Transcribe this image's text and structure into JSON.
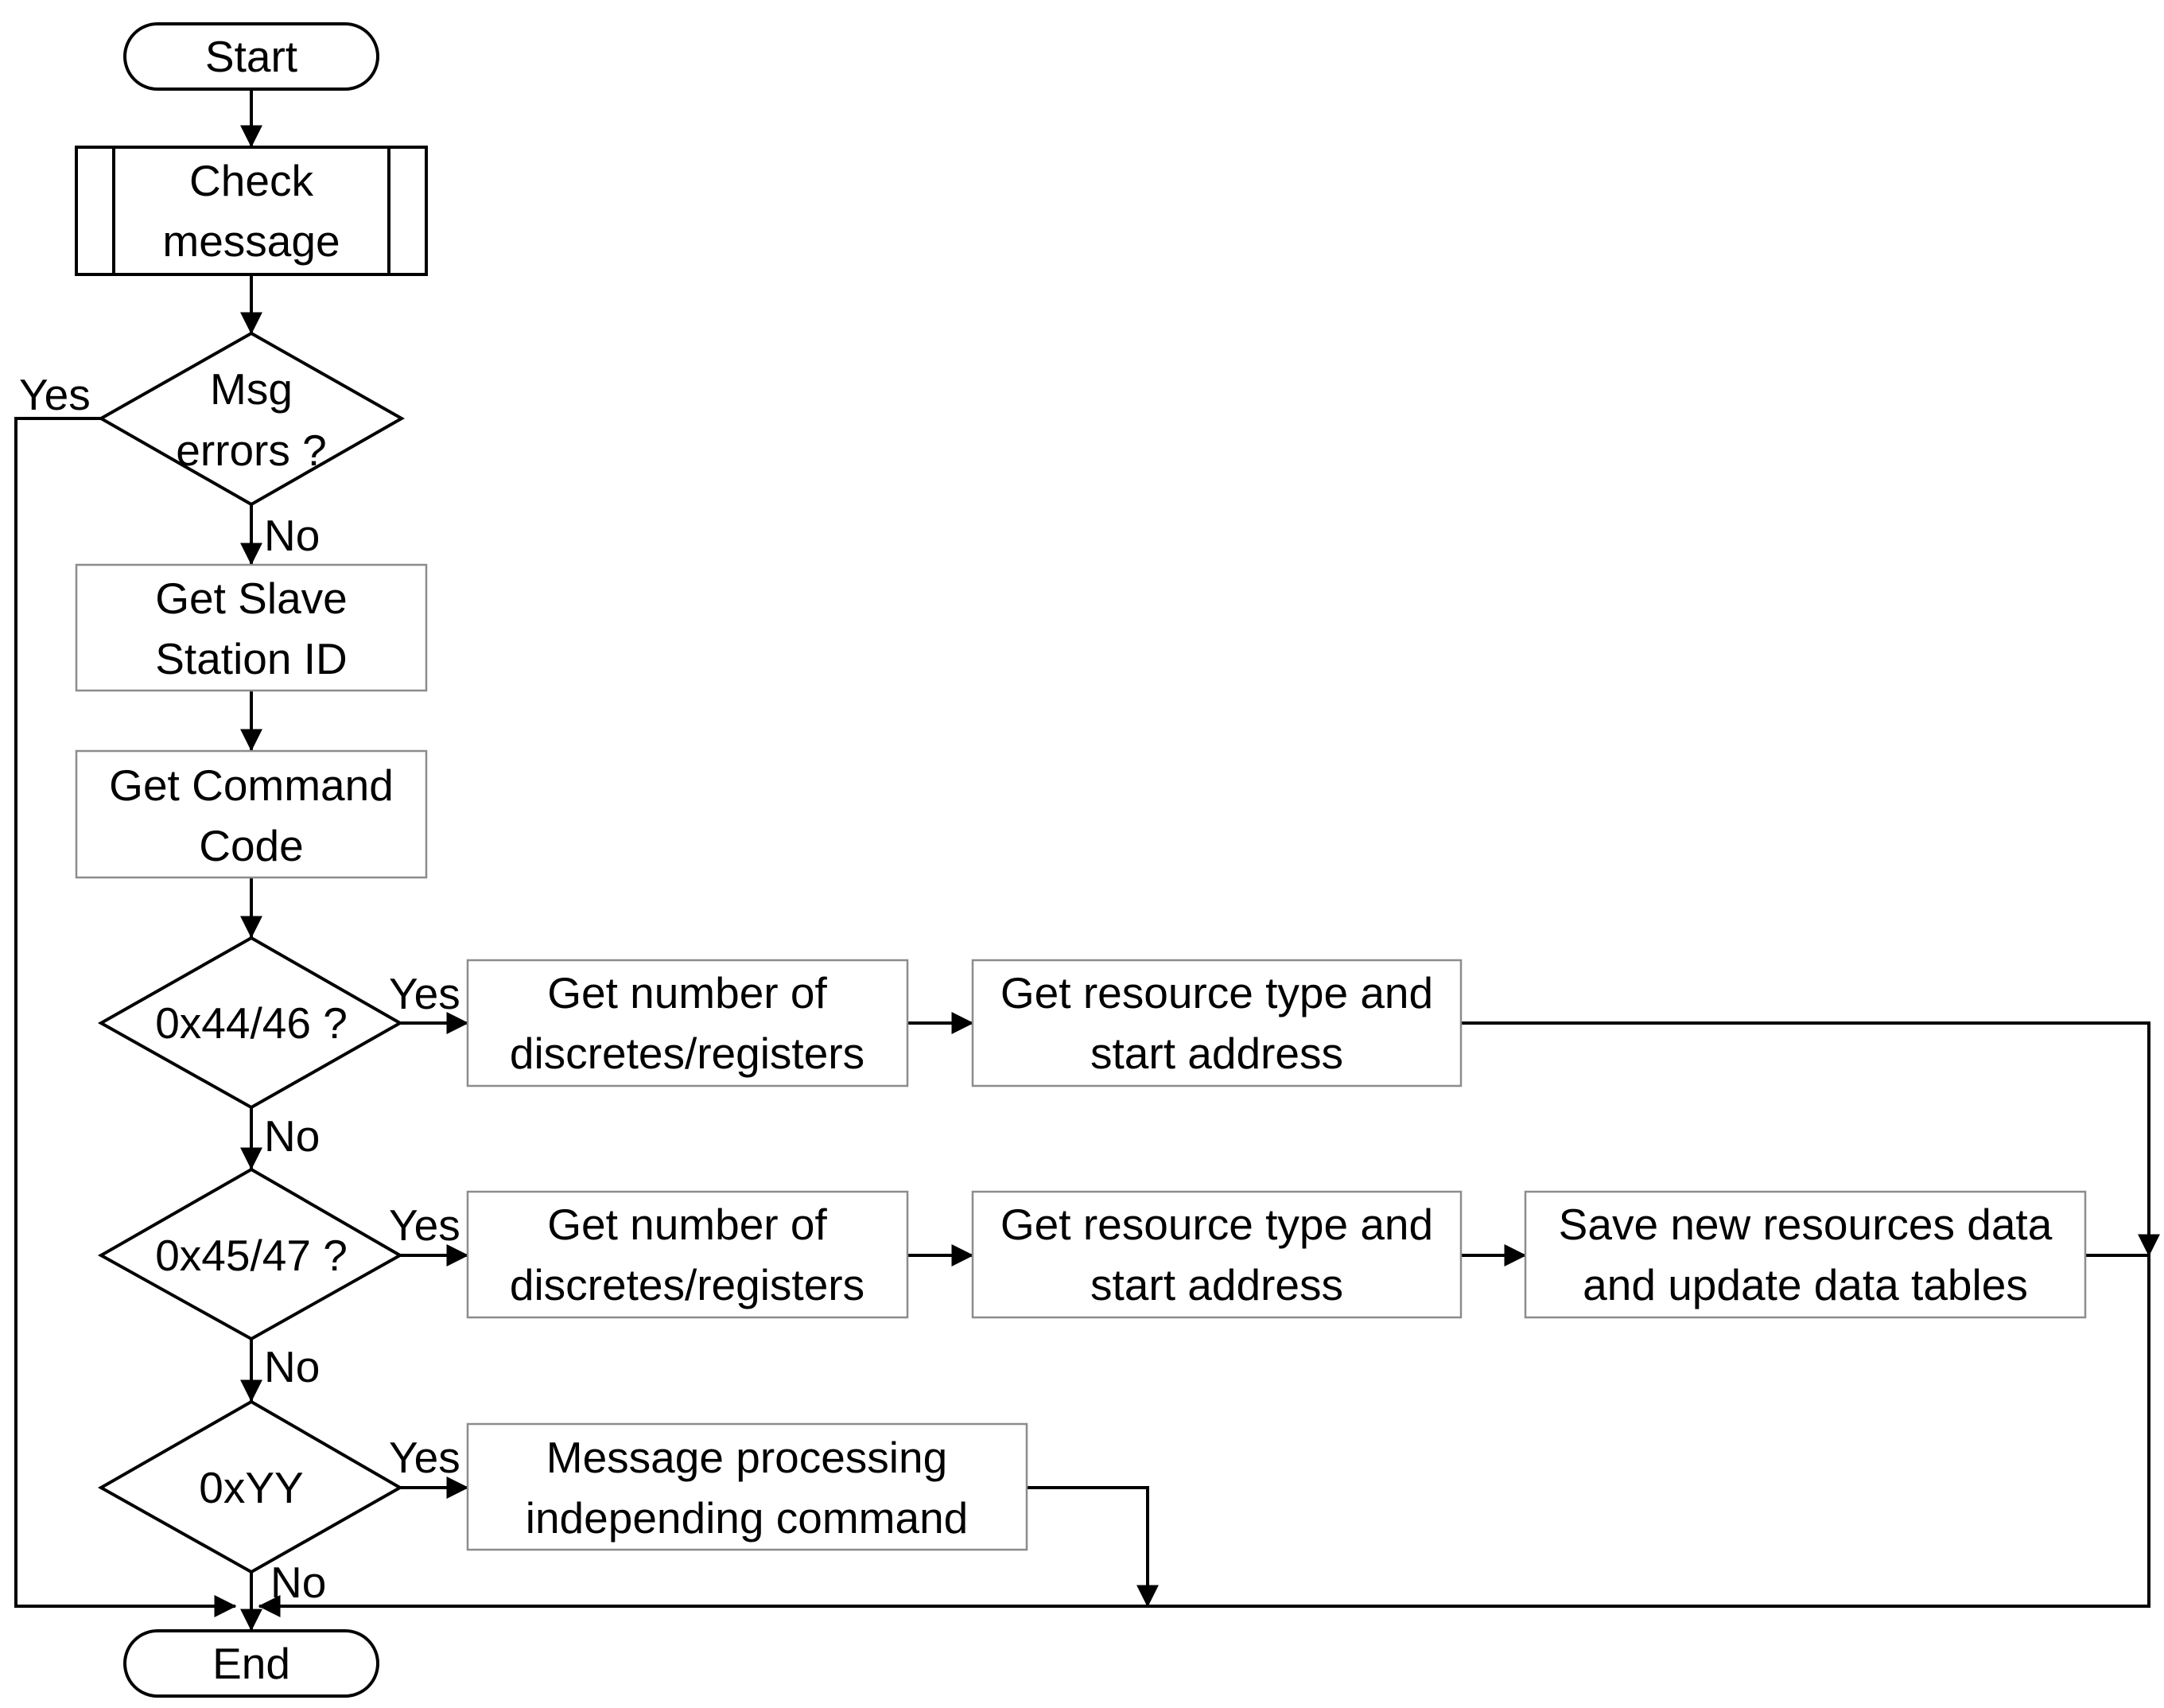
{
  "diagram": {
    "nodes": {
      "start": {
        "lines": [
          "Start"
        ]
      },
      "check_message": {
        "lines": [
          "Check",
          "message"
        ]
      },
      "msg_errors": {
        "lines": [
          "Msg",
          "errors ?"
        ]
      },
      "get_slave_id": {
        "lines": [
          "Get Slave",
          "Station ID"
        ]
      },
      "get_command_code": {
        "lines": [
          "Get Command",
          "Code"
        ]
      },
      "dec_4446": {
        "lines": [
          "0x44/46 ?"
        ]
      },
      "get_number_1": {
        "lines": [
          "Get number of",
          "discretes/registers"
        ]
      },
      "get_resource_1": {
        "lines": [
          "Get resource type and",
          "start address"
        ]
      },
      "dec_4547": {
        "lines": [
          "0x45/47 ?"
        ]
      },
      "get_number_2": {
        "lines": [
          "Get number of",
          "discretes/registers"
        ]
      },
      "get_resource_2": {
        "lines": [
          "Get resource type and",
          "start address"
        ]
      },
      "save_resources": {
        "lines": [
          "Save new resources data",
          "and update data tables"
        ]
      },
      "dec_yy": {
        "lines": [
          "0xYY"
        ]
      },
      "msg_processing": {
        "lines": [
          "Message processing",
          "independing command"
        ]
      },
      "end": {
        "lines": [
          "End"
        ]
      }
    },
    "edge_labels": {
      "msg_errors_yes": "Yes",
      "msg_errors_no": "No",
      "dec_4446_yes": "Yes",
      "dec_4446_no": "No",
      "dec_4547_yes": "Yes",
      "dec_4547_no": "No",
      "dec_yy_yes": "Yes",
      "dec_yy_no": "No"
    }
  }
}
